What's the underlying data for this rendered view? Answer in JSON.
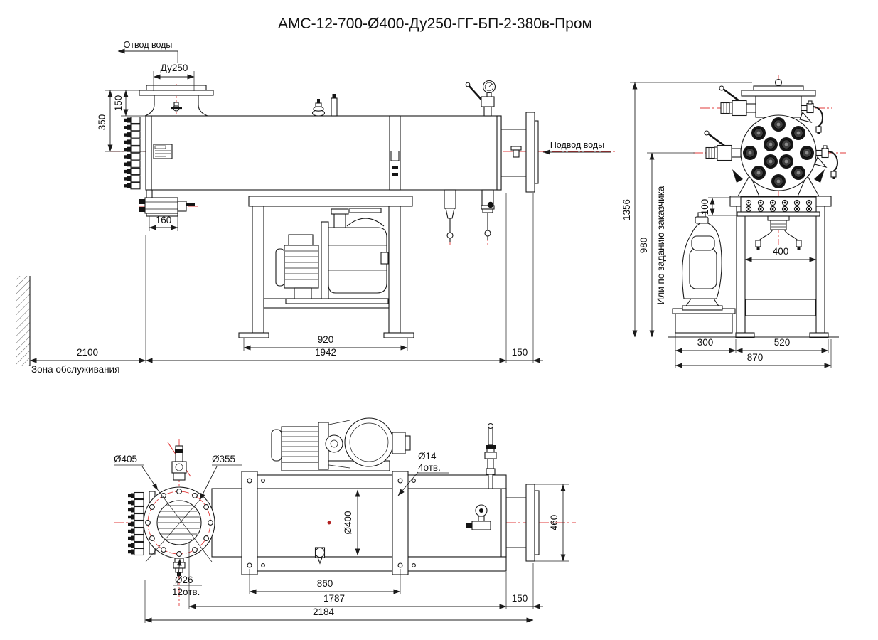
{
  "title": "АМС-12-700-Ø400-Ду250-ГГ-БП-2-380в-Пром",
  "colors": {
    "line": "#1a1a1a",
    "centerline": "#e23b3b",
    "background": "#ffffff"
  },
  "side_view": {
    "outlet_label": "Отвод воды",
    "inlet_label": "Подвод воды",
    "service_zone_label": "Зона обслуживания",
    "dims": {
      "nozzle": "Ду250",
      "flange_height": "150",
      "axis_height": "350",
      "drain_width": "160",
      "feet_span": "920",
      "body_length": "1942",
      "flange_length": "150",
      "service_zone": "2100"
    }
  },
  "end_view": {
    "note": "Или по заданию заказчика",
    "dims": {
      "total_height": "1356",
      "axis_height": "980",
      "box_height": "100",
      "legs_span": "400",
      "plinth_width": "300",
      "frame_width": "520",
      "total_width": "870"
    }
  },
  "plan_view": {
    "dims": {
      "flange_od": "Ø405",
      "bolt_circle": "Ø355",
      "bolt_hole": "Ø26",
      "bolt_hole_count": "12отв.",
      "mount_hole": "Ø14",
      "mount_hole_count": "4отв.",
      "vessel_od": "Ø400",
      "flange_width": "460",
      "mount_span": "860",
      "body_length": "1787",
      "flange_length": "150",
      "total_length": "2184"
    }
  }
}
